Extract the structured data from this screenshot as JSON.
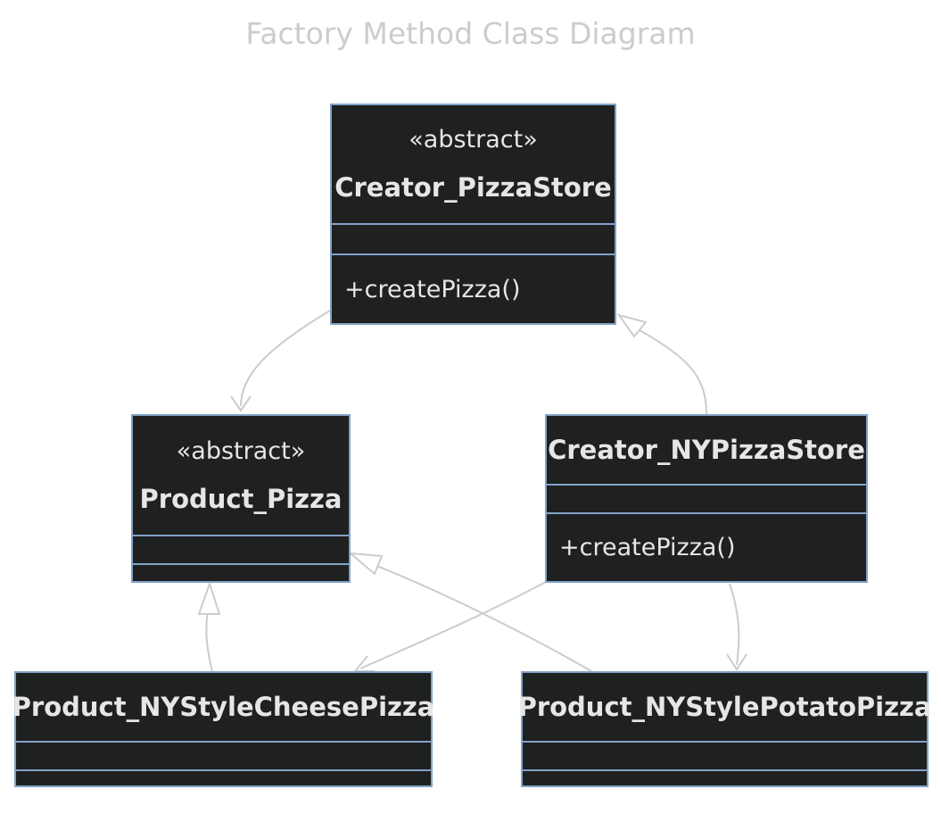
{
  "diagram": {
    "title": "Factory Method Class Diagram",
    "classes": {
      "creator_pizzastore": {
        "stereotype": "«abstract»",
        "name": "Creator_PizzaStore",
        "methods": [
          "+createPizza()"
        ]
      },
      "product_pizza": {
        "stereotype": "«abstract»",
        "name": "Product_Pizza",
        "methods": []
      },
      "creator_nypizzastore": {
        "name": "Creator_NYPizzaStore",
        "methods": [
          "+createPizza()"
        ]
      },
      "product_nystylecheesepizza": {
        "name": "Product_NYStyleCheesePizza",
        "methods": []
      },
      "product_nystylepotatopizza": {
        "name": "Product_NYStylePotatoPizza",
        "methods": []
      }
    },
    "relations": [
      {
        "from": "Creator_PizzaStore",
        "to": "Product_Pizza",
        "type": "association"
      },
      {
        "from": "Creator_NYPizzaStore",
        "to": "Creator_PizzaStore",
        "type": "inheritance"
      },
      {
        "from": "Product_NYStyleCheesePizza",
        "to": "Product_Pizza",
        "type": "inheritance"
      },
      {
        "from": "Product_NYStylePotatoPizza",
        "to": "Product_Pizza",
        "type": "inheritance"
      },
      {
        "from": "Creator_NYPizzaStore",
        "to": "Product_NYStyleCheesePizza",
        "type": "association"
      },
      {
        "from": "Creator_NYPizzaStore",
        "to": "Product_NYStylePotatoPizza",
        "type": "association"
      }
    ],
    "colors": {
      "node_fill": "#1f2020",
      "node_border": "#81a3c8",
      "text": "#e6e6e6",
      "edge": "#cccccc",
      "title": "#cccccc"
    }
  }
}
